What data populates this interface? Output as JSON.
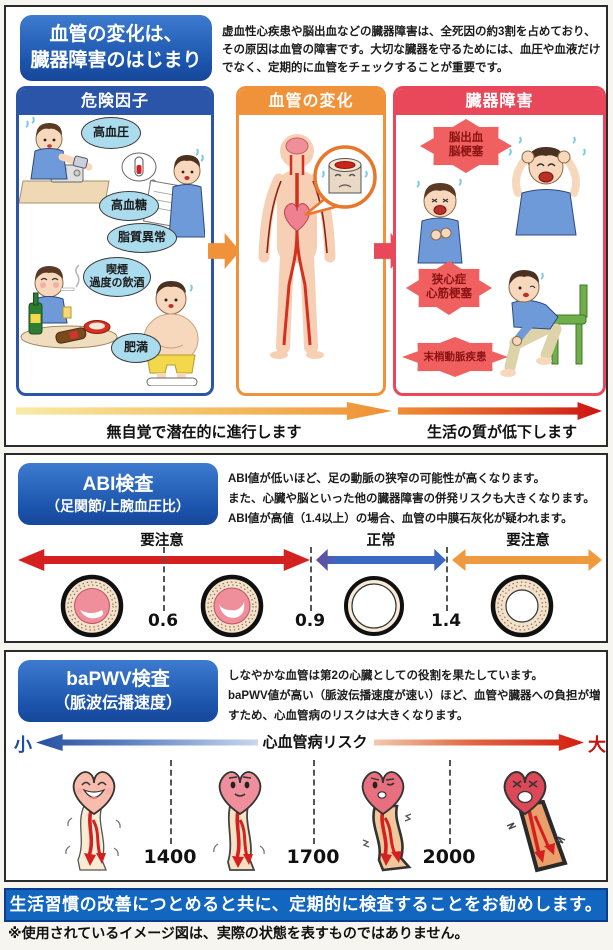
{
  "colors": {
    "deep_blue": "#2263bb",
    "panel_blue": "#2a55a8",
    "panel_orange": "#f0923a",
    "panel_red": "#e8485a",
    "banner_blue": "#1266c0"
  },
  "overview": {
    "title": "血管の変化は、\n臓器障害のはじまり",
    "description": "虚血性心疾患や脳出血などの臓器障害は、全死因の約3割を占めており、その原因は血管の障害です。大切な臓器を守るためには、血圧や血液だけでなく、定期的に血管をチェックすることが重要です。"
  },
  "panels": {
    "risk": {
      "title": "危険因子",
      "bubbles": [
        "高血圧",
        "高血糖",
        "脂質異常",
        "喫煙\n過度の飲酒",
        "肥満"
      ]
    },
    "vessel": {
      "title": "血管の変化"
    },
    "organ": {
      "title": "臓器障害",
      "bursts": [
        "脳出血\n脳梗塞",
        "狭心症\n心筋梗塞",
        "末梢動脈疾患"
      ]
    }
  },
  "progress": {
    "left": "無自覚で潜在的に進行します",
    "right": "生活の質が低下します"
  },
  "abi": {
    "name": "ABI検査",
    "sub": "（足関節/上腕血圧比）",
    "description": "ABI値が低いほど、足の動脈の狭窄の可能性が高くなります。\nまた、心臓や脳といった他の臓器障害の併発リスクも大きくなります。\nABI値が高値（1.4以上）の場合、血管の中膜石灰化が疑われます。",
    "labels": [
      "要注意",
      "正常",
      "要注意"
    ],
    "values": [
      "0.6",
      "0.9",
      "1.4"
    ]
  },
  "bapwv": {
    "name": "baPWV検査",
    "sub": "（脈波伝播速度）",
    "description": "しなやかな血管は第2の心臓としての役割を果たしています。\nbaPWV値が高い（脈波伝播速度が速い）ほど、血管や臓器への負担が増すため、心血管病のリスクは大きくなります。",
    "scale_min": "小",
    "scale_max": "大",
    "risk_label": "心血管病リスク",
    "values": [
      "1400",
      "1700",
      "2000"
    ]
  },
  "footer": {
    "banner": "生活習慣の改善につとめると共に、定期的に検査することをお勧めします。",
    "note": "※使用されているイメージ図は、実際の状態を表すものではありません。"
  }
}
